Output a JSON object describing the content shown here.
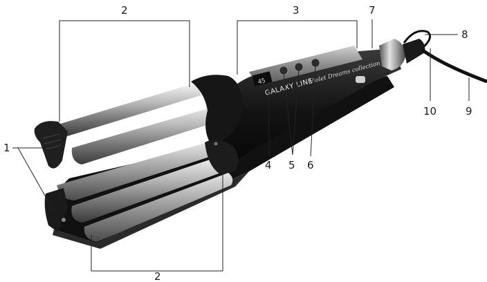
{
  "diagram": {
    "brand": "GALAXY LINE",
    "collection": "Violet Dreams collection",
    "display_text": "45",
    "callouts": [
      {
        "id": "c1",
        "label": "1"
      },
      {
        "id": "c2-top",
        "label": "2"
      },
      {
        "id": "c2-bottom",
        "label": "2"
      },
      {
        "id": "c3",
        "label": "3"
      },
      {
        "id": "c4",
        "label": "4"
      },
      {
        "id": "c5",
        "label": "5"
      },
      {
        "id": "c6",
        "label": "6"
      },
      {
        "id": "c7",
        "label": "7"
      },
      {
        "id": "c8",
        "label": "8"
      },
      {
        "id": "c9",
        "label": "9"
      },
      {
        "id": "c10",
        "label": "10"
      }
    ]
  }
}
